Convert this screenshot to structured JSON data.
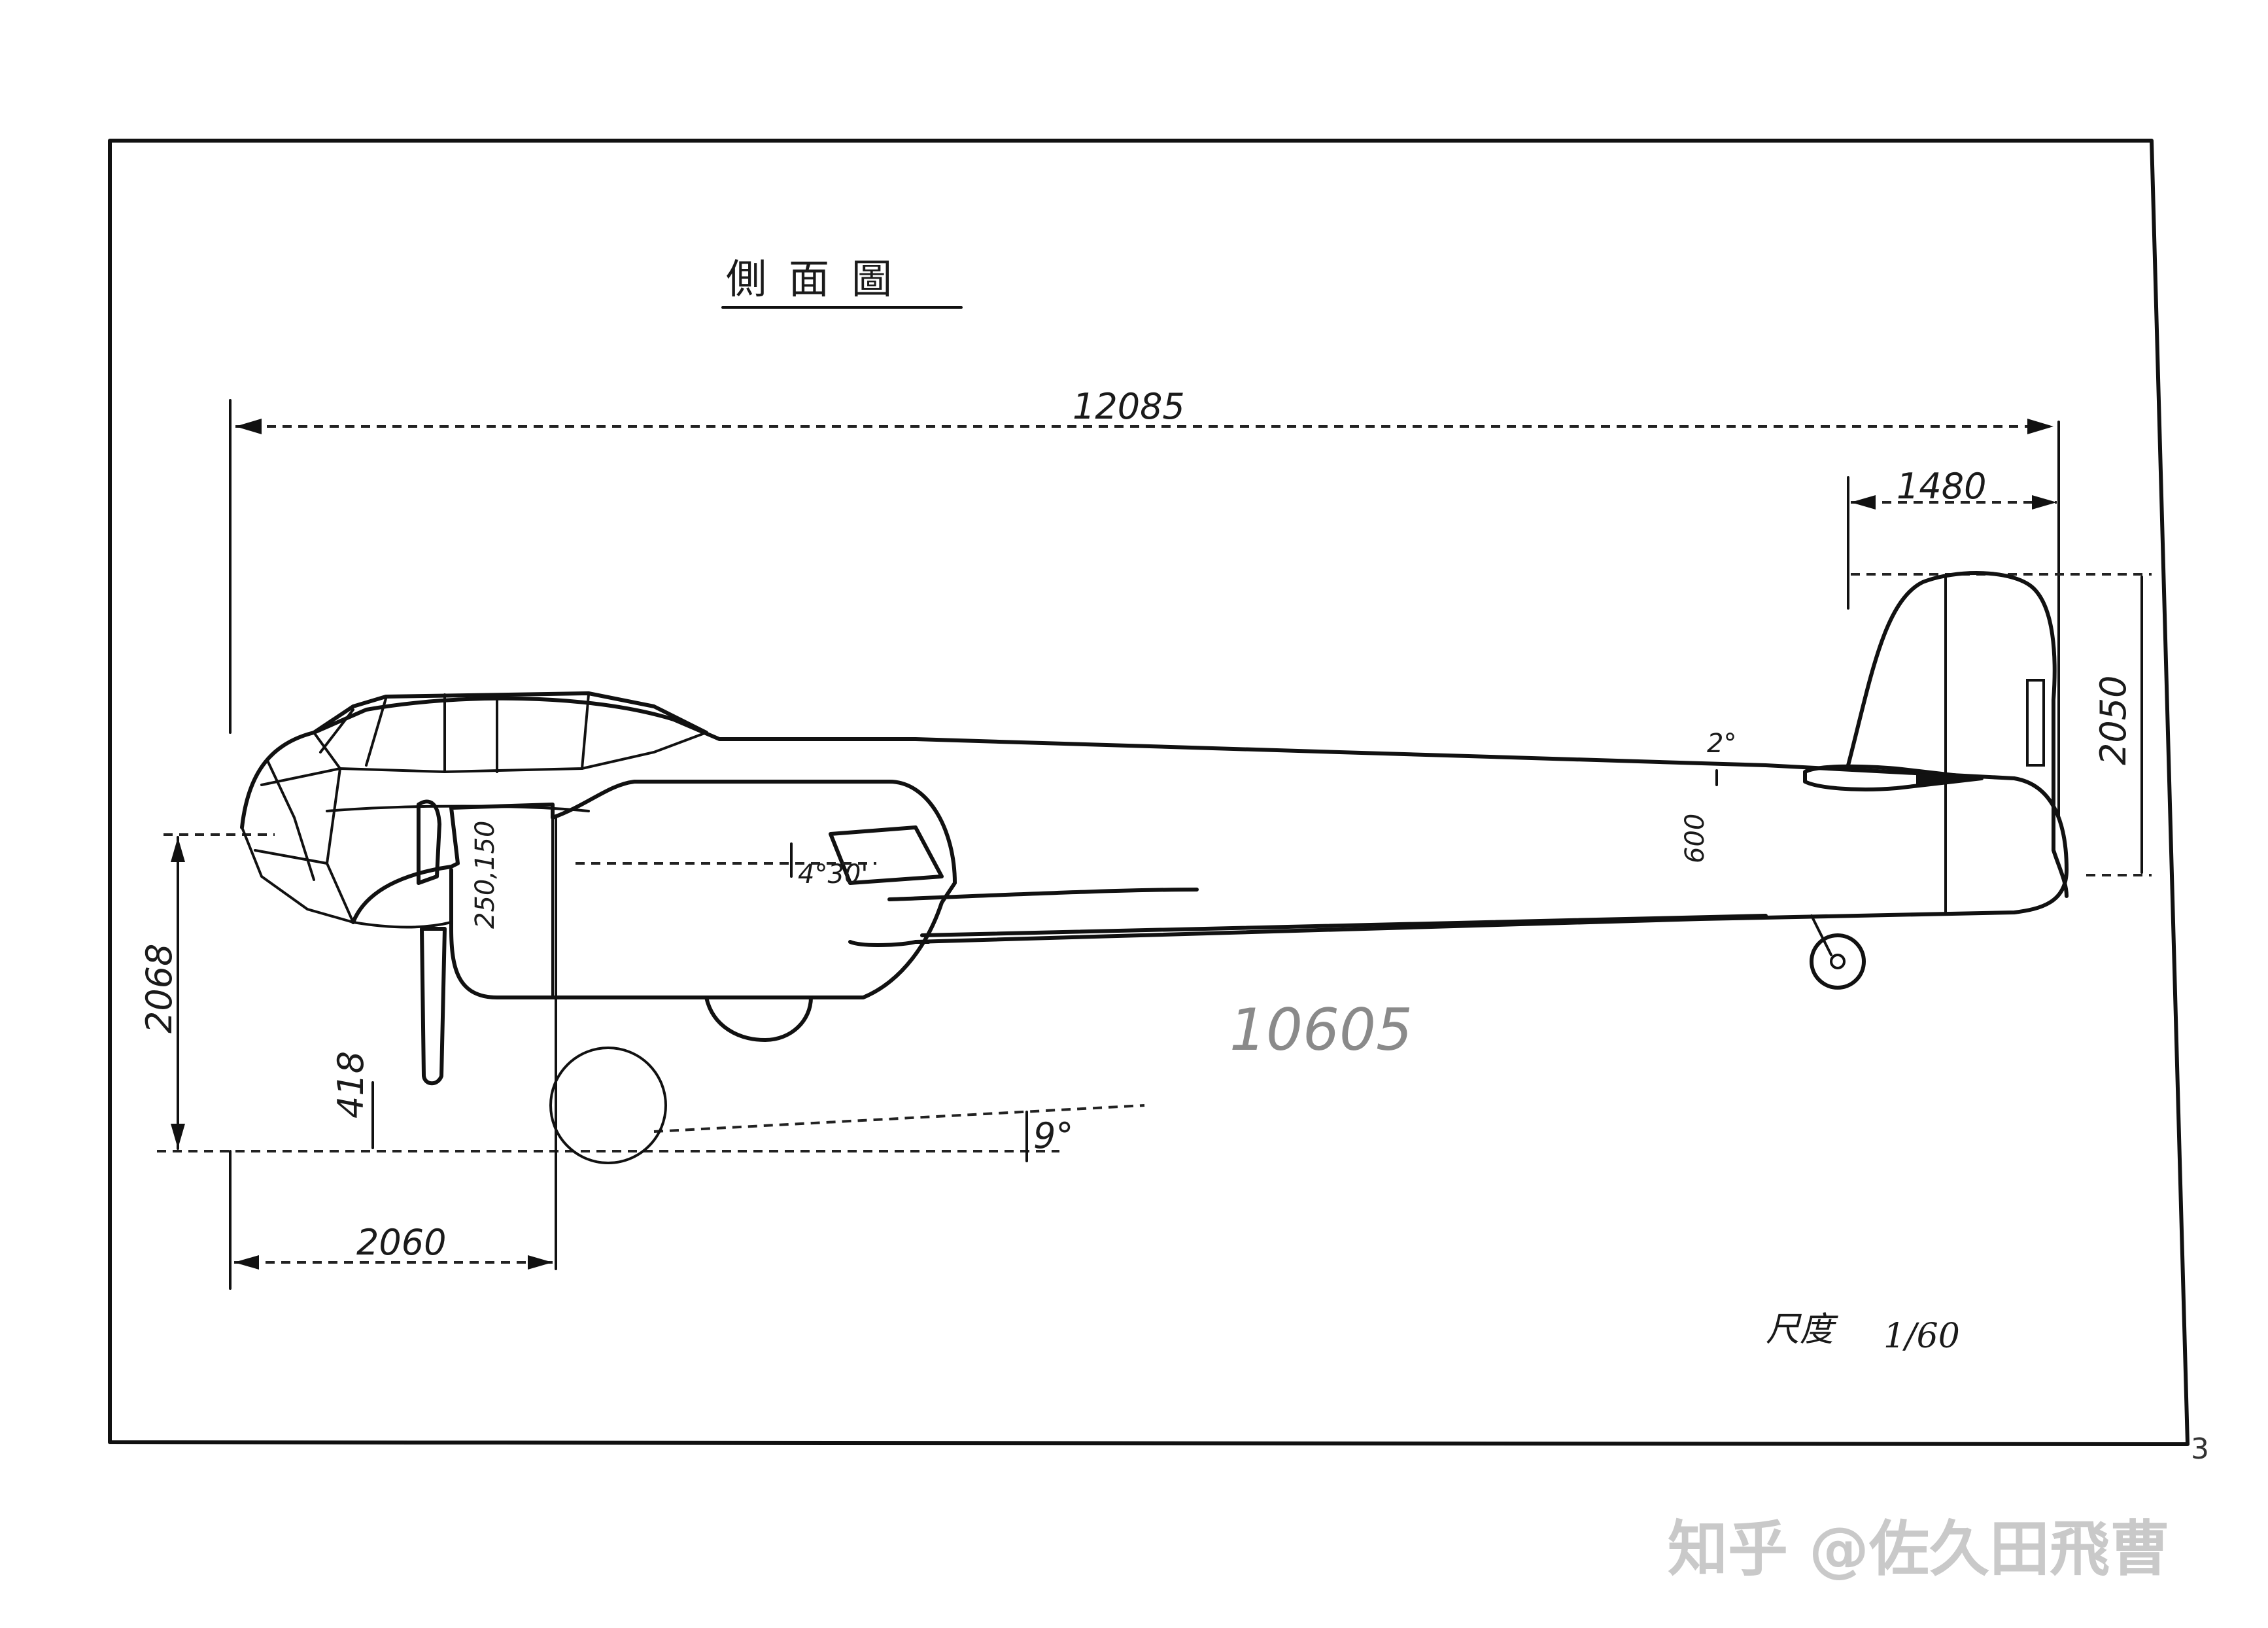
{
  "drawing": {
    "title": "側面圖",
    "dimensions": {
      "overall_length": "12085",
      "tail_chord": "1480",
      "tail_height": "2050",
      "ground_height": "2068",
      "prop_clearance": "418",
      "nose_to_gear": "2060",
      "stab_angle": "2°",
      "stab_offset": "600",
      "engine_offset": "250,150",
      "wing_incidence": "4°30'",
      "ground_angle": "9°"
    },
    "pencil_note": "10605",
    "scale_label": "尺度",
    "scale_value": "1/60",
    "page_number": "3"
  },
  "watermark": {
    "text": "知乎 @佐久田飛曹"
  }
}
